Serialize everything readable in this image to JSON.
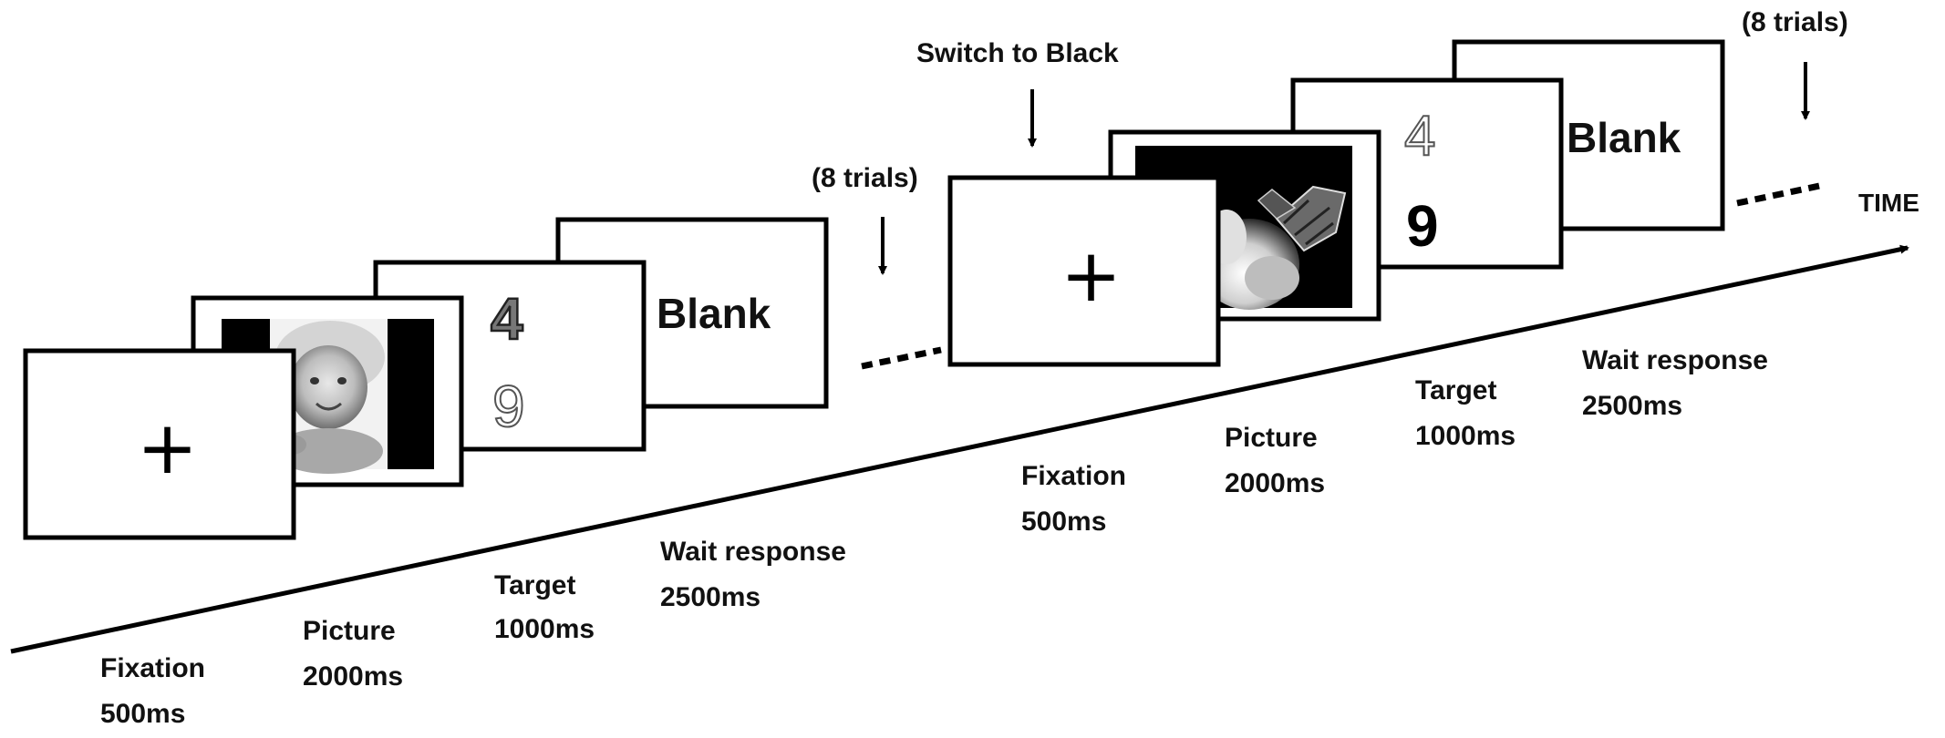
{
  "trial_block_1": {
    "fixation_label": "Fixation",
    "fixation_duration": "500ms",
    "picture_label": "Picture",
    "picture_duration": "2000ms",
    "target_label": "Target",
    "target_duration": "1000ms",
    "wait_label": "Wait response",
    "wait_duration": "2500ms",
    "fixation_symbol": "+",
    "target_digit_top": "4",
    "target_digit_bottom": "9",
    "blank_text": "Blank",
    "repeat_note": "(8 trials)"
  },
  "switch_label": "Switch to Black",
  "trial_block_2": {
    "fixation_label": "Fixation",
    "fixation_duration": "500ms",
    "picture_label": "Picture",
    "picture_duration": "2000ms",
    "target_label": "Target",
    "target_duration": "1000ms",
    "wait_label": "Wait response",
    "wait_duration": "2500ms",
    "fixation_symbol": "+",
    "target_digit_top": "4",
    "target_digit_bottom": "9",
    "blank_text": "Blank",
    "repeat_note": "(8 trials)"
  },
  "axis_label": "TIME",
  "pictures": {
    "block_1_image": "baby-photo",
    "block_2_image": "butterfly-on-flower-photo"
  }
}
